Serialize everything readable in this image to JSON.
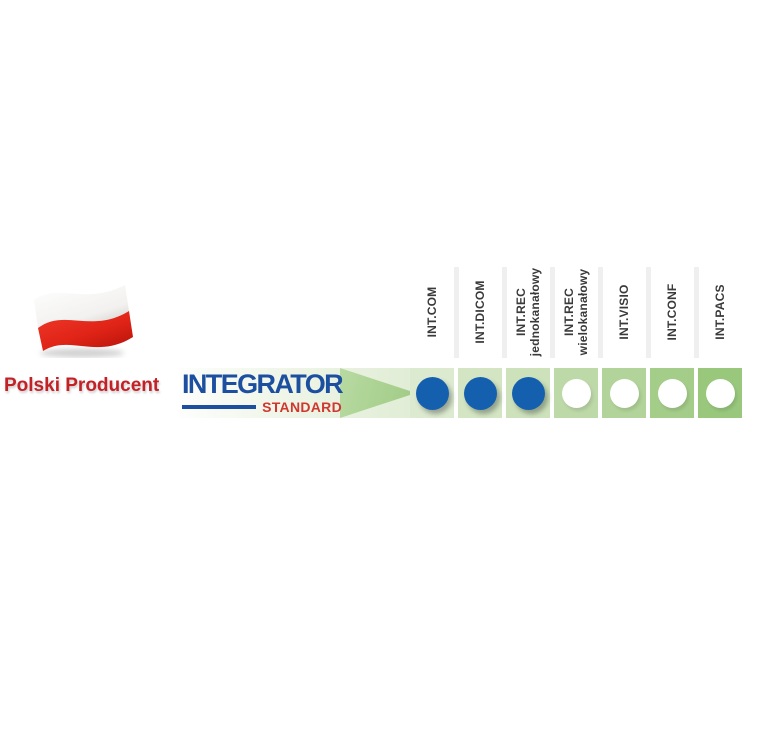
{
  "producer": {
    "label": "Polski Producent"
  },
  "flag": {
    "name": "poland-flag",
    "white": "#ffffff",
    "red": "#e02b1f"
  },
  "logo": {
    "title": "INTEGRATOR",
    "subtitle": "STANDARD",
    "title_color": "#1c4fa0",
    "subtitle_color": "#d0372f"
  },
  "matrix": {
    "columns": [
      {
        "id": "int-com",
        "lines": [
          "INT.COM"
        ],
        "included": true
      },
      {
        "id": "int-dicom",
        "lines": [
          "INT.DICOM"
        ],
        "included": true
      },
      {
        "id": "int-rec-jednokanalowy",
        "lines": [
          "INT.REC",
          "jednokanałowy"
        ],
        "included": true
      },
      {
        "id": "int-rec-wielokanalowy",
        "lines": [
          "INT.REC",
          "wielokanałowy"
        ],
        "included": false
      },
      {
        "id": "int-visio",
        "lines": [
          "INT.VISIO"
        ],
        "included": false
      },
      {
        "id": "int-conf",
        "lines": [
          "INT.CONF"
        ],
        "included": false
      },
      {
        "id": "int-pacs",
        "lines": [
          "INT.PACS"
        ],
        "included": false
      }
    ],
    "included_marker": "filled-blue-dot",
    "excluded_marker": "empty-white-dot",
    "cell_colors": [
      "#dcead0",
      "#d3e5c3",
      "#cde2bb",
      "#bed9a8",
      "#b2d49a",
      "#a5cd8a",
      "#99c87d"
    ],
    "dot_blue": "#1460af",
    "arrow_green": "#a6cf8b",
    "separator_gray": "#efefef",
    "header_text_color": "#3a3a3a"
  }
}
